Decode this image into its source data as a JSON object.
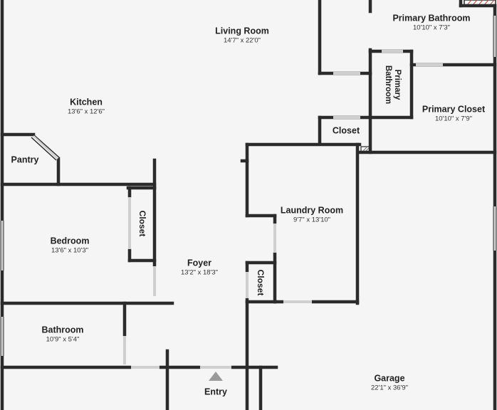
{
  "rooms": {
    "living_room": {
      "name": "Living Room",
      "dims": "14'7\" x 22'0\""
    },
    "primary_bathroom": {
      "name": "Primary Bathroom",
      "dims": "10'10\" x 7'3\""
    },
    "primary_bathroom_small": {
      "line1": "Primary",
      "line2": "Bathroom"
    },
    "kitchen": {
      "name": "Kitchen",
      "dims": "13'6\" x 12'6\""
    },
    "primary_closet": {
      "name": "Primary Closet",
      "dims": "10'10\" x 7'9\""
    },
    "closet_top": {
      "name": "Closet"
    },
    "pantry": {
      "name": "Pantry"
    },
    "laundry_room": {
      "name": "Laundry Room",
      "dims": "9'7\" x 13'10\""
    },
    "bedroom_closet": {
      "name": "Closet"
    },
    "bedroom": {
      "name": "Bedroom",
      "dims": "13'6\" x 10'3\""
    },
    "foyer": {
      "name": "Foyer",
      "dims": "13'2\" x 18'3\""
    },
    "foyer_closet": {
      "name": "Closet"
    },
    "bathroom": {
      "name": "Bathroom",
      "dims": "10'9\" x 5'4\""
    },
    "garage": {
      "name": "Garage",
      "dims": "22'1\" x 36'9\""
    },
    "entry": {
      "name": "Entry"
    }
  },
  "colors": {
    "wall": "#2b2b2b",
    "floor": "#f5f5f5",
    "window": "#cfcfcf",
    "entry_arrow": "#9a9a9a"
  }
}
